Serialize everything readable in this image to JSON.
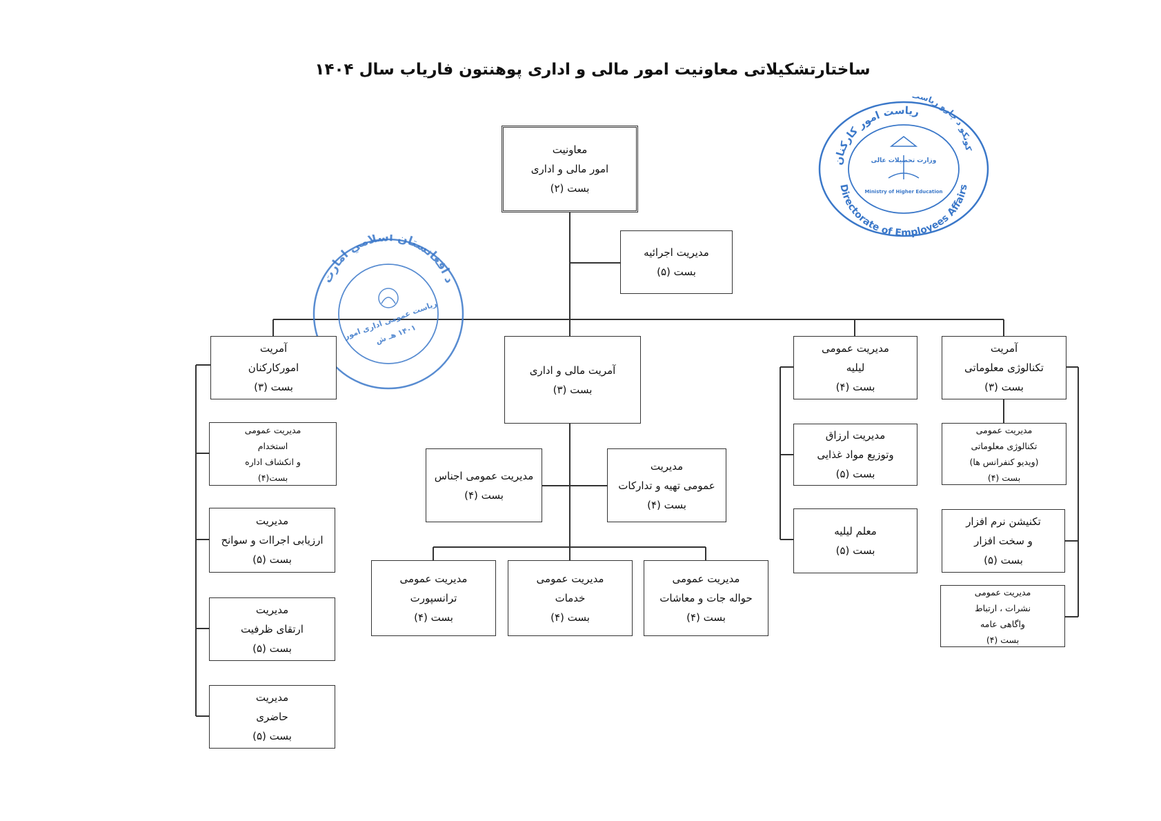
{
  "title": "ساختارتشکیلاتی معاونیت امور مالی و اداری پوهنتون فاریاب سال ۱۴۰۴",
  "colors": {
    "line": "#333333",
    "stamp": "#3b78c9"
  },
  "nodes": {
    "deputy": [
      "معاونیت",
      "امور مالی و اداری",
      "بست (۲)"
    ],
    "exec": [
      "مدیریت اجرائیه",
      "بست (۵)"
    ],
    "hr": [
      "آمریت",
      "امورکارکنان",
      "بست (۳)"
    ],
    "hr_recruit": [
      "مدیریت عمومی",
      "استخدام",
      "و انکشاف اداره",
      "بست(۴)"
    ],
    "hr_eval": [
      "مدیریت",
      "ارزیابی اجراات و سوانح",
      "بست (۵)"
    ],
    "hr_capacity": [
      "مدیریت",
      "ارتقای ظرفیت",
      "بست (۵)"
    ],
    "hr_attendance": [
      "مدیریت",
      "حاضری",
      "بست (۵)"
    ],
    "finance": [
      "آمریت مالی و اداری",
      "بست (۳)"
    ],
    "fin_goods": [
      "مدیریت عمومی اجناس",
      "بست (۴)"
    ],
    "fin_procure": [
      "مدیریت",
      "عمومی تهیه و تدارکات",
      "بست (۴)"
    ],
    "fin_transport": [
      "مدیریت عمومی",
      "ترانسپورت",
      "بست (۴)"
    ],
    "fin_services": [
      "مدیریت عمومی",
      "خدمات",
      "بست (۴)"
    ],
    "fin_salaries": [
      "مدیریت عمومی",
      "حواله جات و معاشات",
      "بست (۴)"
    ],
    "dorm": [
      "مدیریت عمومی",
      "لیلیه",
      "بست (۴)"
    ],
    "dorm_food": [
      "مدیریت ارزاق",
      "وتوزیع مواد غذایی",
      "بست (۵)"
    ],
    "dorm_teacher": [
      "معلم لیلیه",
      "بست (۵)"
    ],
    "it": [
      "آمریت",
      "تکنالوژی معلوماتی",
      "بست (۳)"
    ],
    "it_general": [
      "مدیریت عمومی",
      "تکنالوژی معلوماتی",
      "(ویدیو کنفرانس ها)",
      "بست (۴)"
    ],
    "it_tech": [
      "تکنیشن نرم افزار",
      "و سخت افزار",
      "بست (۵)"
    ],
    "it_publish": [
      "مدیریت عمومی",
      "نشرات ، ارتباط",
      "واگاهی عامه",
      "بست (۴)"
    ]
  },
  "stamps": {
    "employees": {
      "ring_top": "ریاست امور کارکنان",
      "ring_right": "د کارکونکو د چارو ریاست",
      "ring_bottom": "Directorate of Employees Affairs",
      "center": [
        "وزارت تحصیلات عالی",
        "Ministry of Higher Education"
      ]
    },
    "emirate": {
      "ring": "د افغانستان اسلامي امارت",
      "inner": [
        "ریاست عمومی اداری امور",
        "۱۴۰۱ هـ ش"
      ]
    }
  }
}
